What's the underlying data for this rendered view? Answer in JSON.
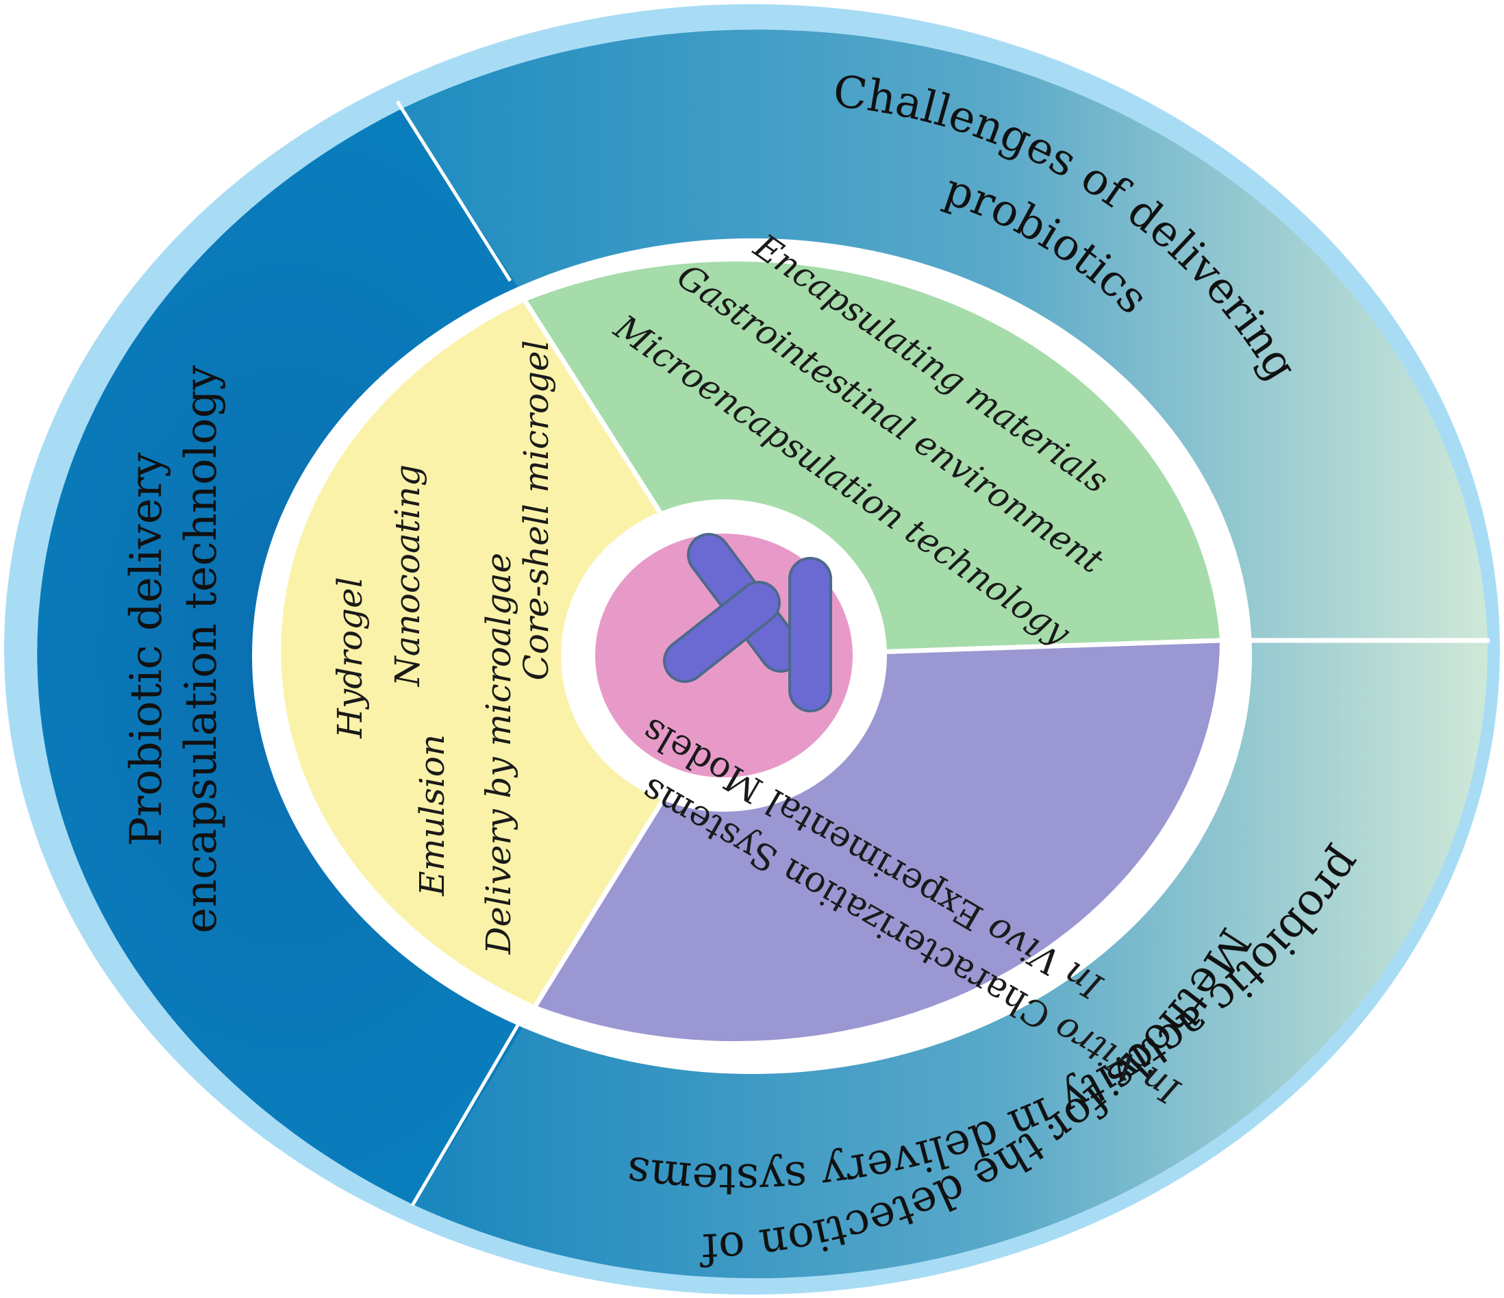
{
  "outer_ring": {
    "probiotic_delivery": {
      "line1": "Probiotic delivery",
      "line2": "encapsulation technology",
      "color": "#0a78b8"
    },
    "challenges": {
      "line1": "Challenges of delivering",
      "line2": "probiotics",
      "color_start": "#1f8cc0",
      "color_end": "#cfe8d8"
    },
    "methods": {
      "line1": "Methods for the detection of",
      "line2": "probiotic activity in delivery systems",
      "color_start": "#1f8cc0",
      "color_end": "#cfe8d8"
    },
    "rim_color": "#a8dcf5"
  },
  "inner_ring": {
    "yellow_sector": {
      "color": "#faf2a8",
      "items": [
        "Hydrogel",
        "Nanocoating",
        "Emulsion",
        "Delivery by microalgae",
        "Core-shell microgel"
      ]
    },
    "green_sector": {
      "color": "#a5dcaa",
      "items": [
        "Encapsulating materials",
        "Gastrointestinal environment",
        "Microencapsulation technology"
      ]
    },
    "lavender_sector": {
      "color": "#9a97d2",
      "items": [
        {
          "italic": "In Vivo",
          "rest": " Experimental Models"
        },
        {
          "italic": "In Vitro",
          "rest": " Characterization Systems"
        }
      ]
    }
  },
  "center": {
    "disc_color": "#e79ac8",
    "bacteria_color": "#6a6ad2"
  }
}
